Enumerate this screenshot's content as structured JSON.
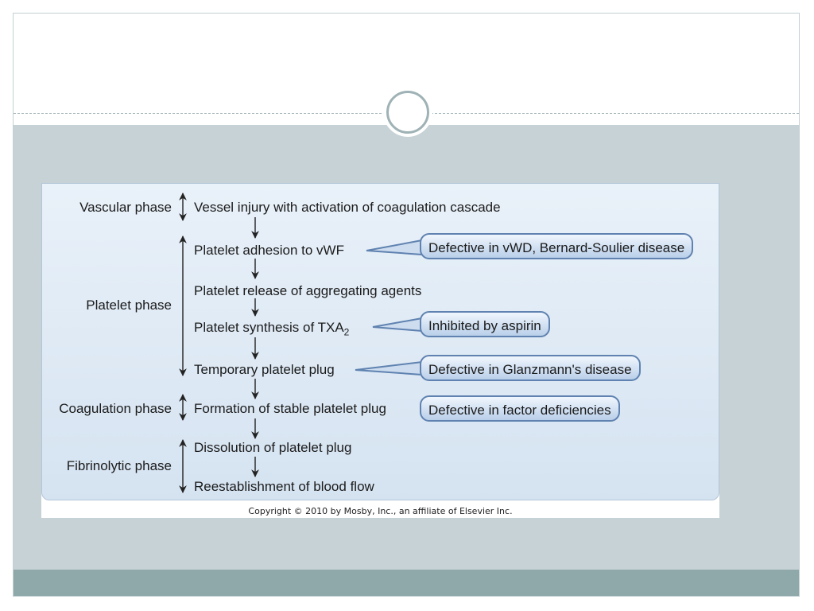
{
  "figure": {
    "phases": {
      "vascular": "Vascular phase",
      "platelet": "Platelet phase",
      "coagulation": "Coagulation phase",
      "fibrinolytic": "Fibrinolytic phase"
    },
    "steps": {
      "vessel_injury": "Vessel injury with activation of coagulation cascade",
      "adhesion": "Platelet adhesion to vWF",
      "release": "Platelet release of aggregating agents",
      "synthesis": "Platelet synthesis of TXA",
      "synthesis_subscript": "2",
      "temporary_plug": "Temporary platelet plug",
      "stable_plug": "Formation of stable platelet plug",
      "dissolution": "Dissolution of platelet plug",
      "reestablishment": "Reestablishment of blood flow"
    },
    "callouts": {
      "vwd": "Defective in vWD, Bernard-Soulier disease",
      "aspirin": "Inhibited by aspirin",
      "glanzmann": "Defective in Glanzmann's disease",
      "factor": "Defective in factor deficiencies"
    },
    "copyright": "Copyright © 2010 by Mosby, Inc., an affiliate of Elsevier Inc."
  }
}
